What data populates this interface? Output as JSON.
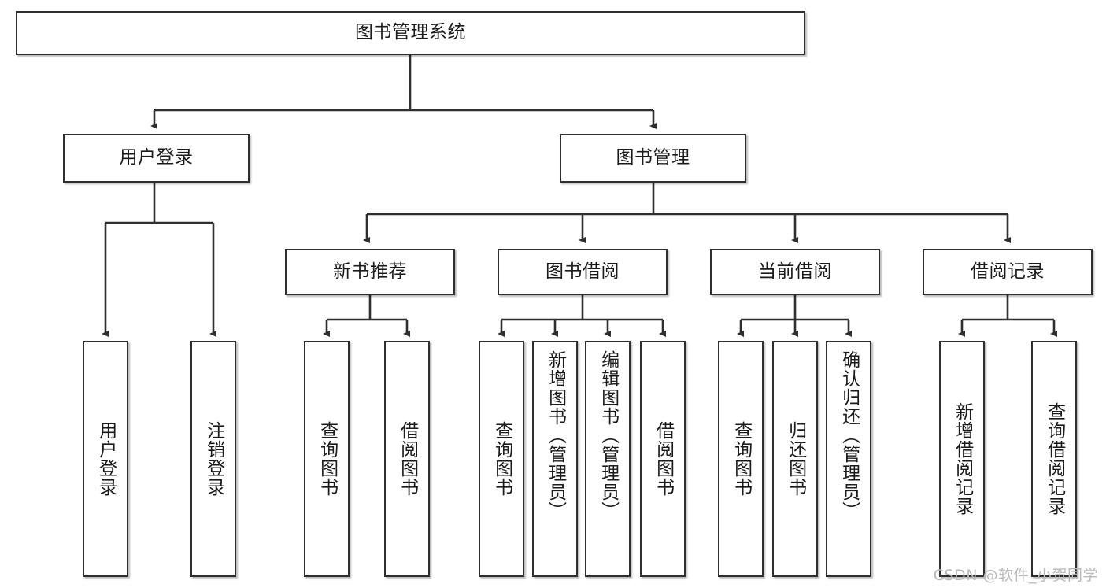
{
  "diagram": {
    "type": "tree-hierarchy-chart",
    "title": "图书管理系统",
    "stroke_color": "#2f2f2f",
    "fill_color": "#ffffff",
    "text_color": "#1b1b1b",
    "levels": {
      "root": {
        "label": "图书管理系统"
      },
      "level2": [
        {
          "id": "user-login",
          "label": "用户登录"
        },
        {
          "id": "book-management",
          "label": "图书管理"
        }
      ],
      "level3": [
        {
          "id": "new-book-recommend",
          "label": "新书推荐"
        },
        {
          "id": "book-borrow",
          "label": "图书借阅"
        },
        {
          "id": "current-borrow",
          "label": "当前借阅"
        },
        {
          "id": "borrow-record",
          "label": "借阅记录"
        }
      ],
      "leaves": {
        "user_login": [
          {
            "id": "leaf-user-login",
            "label": "用户登录"
          },
          {
            "id": "leaf-logout",
            "label": "注销登录"
          }
        ],
        "new_book_recommend": [
          {
            "id": "leaf-query-book-1",
            "label": "查询图书"
          },
          {
            "id": "leaf-borrow-book-1",
            "label": "借阅图书"
          }
        ],
        "book_borrow": [
          {
            "id": "leaf-query-book-2",
            "label": "查询图书"
          },
          {
            "id": "leaf-add-book",
            "label": "新增图书（管理员）"
          },
          {
            "id": "leaf-edit-book",
            "label": "编辑图书（管理员）"
          },
          {
            "id": "leaf-borrow-book-2",
            "label": "借阅图书"
          }
        ],
        "current_borrow": [
          {
            "id": "leaf-query-book-3",
            "label": "查询图书"
          },
          {
            "id": "leaf-return-book",
            "label": "归还图书"
          },
          {
            "id": "leaf-confirm-return",
            "label": "确认归还（管理员）"
          }
        ],
        "borrow_record": [
          {
            "id": "leaf-add-record",
            "label": "新增借阅记录"
          },
          {
            "id": "leaf-query-record",
            "label": "查询借阅记录"
          }
        ]
      }
    }
  },
  "watermark": {
    "text": "CSDN @软件_小贺同学"
  }
}
